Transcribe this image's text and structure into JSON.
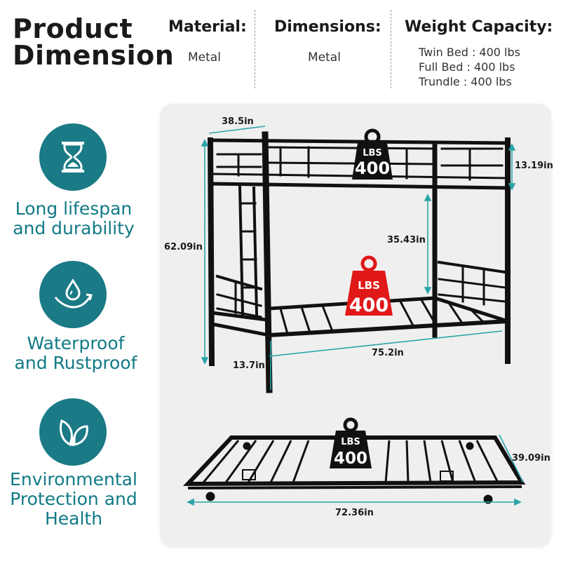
{
  "header": {
    "title_line1": "Product",
    "title_line2": "Dimension",
    "material_label": "Material:",
    "material_value": "Metal",
    "dimensions_label": "Dimensions:",
    "dimensions_value": "Metal",
    "capacity_label": "Weight Capacity:",
    "capacity_items": [
      "Twin Bed : 400 lbs",
      "Full Bed : 400 lbs",
      "Trundle : 400 lbs"
    ]
  },
  "features": [
    {
      "icon": "hourglass-icon",
      "line1": "Long lifespan",
      "line2": "and durability"
    },
    {
      "icon": "water-drop-icon",
      "line1": "Waterproof",
      "line2": "and Rustproof"
    },
    {
      "icon": "leaf-icon",
      "line1": "Environmental",
      "line2": "Protection and",
      "line3": "Health"
    }
  ],
  "diagram": {
    "width_top": "38.5in",
    "rail_height": "13.19in",
    "total_height": "62.09in",
    "bunk_gap": "35.43in",
    "leg_height": "13.7in",
    "length": "75.2in",
    "trundle_width": "39.09in",
    "trundle_length": "72.36in",
    "weight_unit": "LBS",
    "weight_value": "400"
  },
  "colors": {
    "teal": "#1a7a86",
    "red": "#e01818",
    "black": "#111111",
    "panel": "#efefef"
  }
}
